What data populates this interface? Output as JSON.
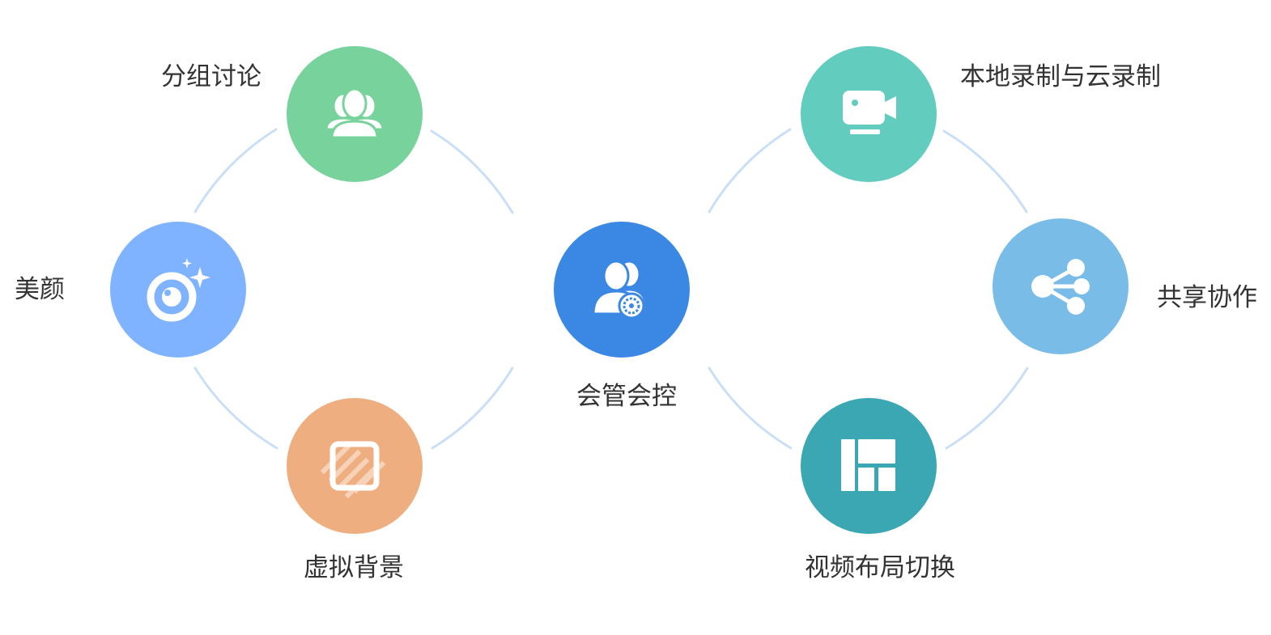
{
  "center": {
    "label": "会管会控",
    "icon": "user-gear-icon",
    "color": "#3a88e3"
  },
  "features": [
    {
      "label": "分组讨论",
      "icon": "group-users-icon",
      "color": "#77d39b"
    },
    {
      "label": "美颜",
      "icon": "beauty-camera-icon",
      "color": "#80b3ff"
    },
    {
      "label": "虚拟背景",
      "icon": "virtual-background-icon",
      "color": "#efae7f"
    },
    {
      "label": "本地录制与云录制",
      "icon": "video-record-icon",
      "color": "#62cdbf"
    },
    {
      "label": "共享协作",
      "icon": "share-icon",
      "color": "#79bce8"
    },
    {
      "label": "视频布局切换",
      "icon": "layout-icon",
      "color": "#3aa7b3"
    }
  ],
  "connector_color": "#c9dff7"
}
